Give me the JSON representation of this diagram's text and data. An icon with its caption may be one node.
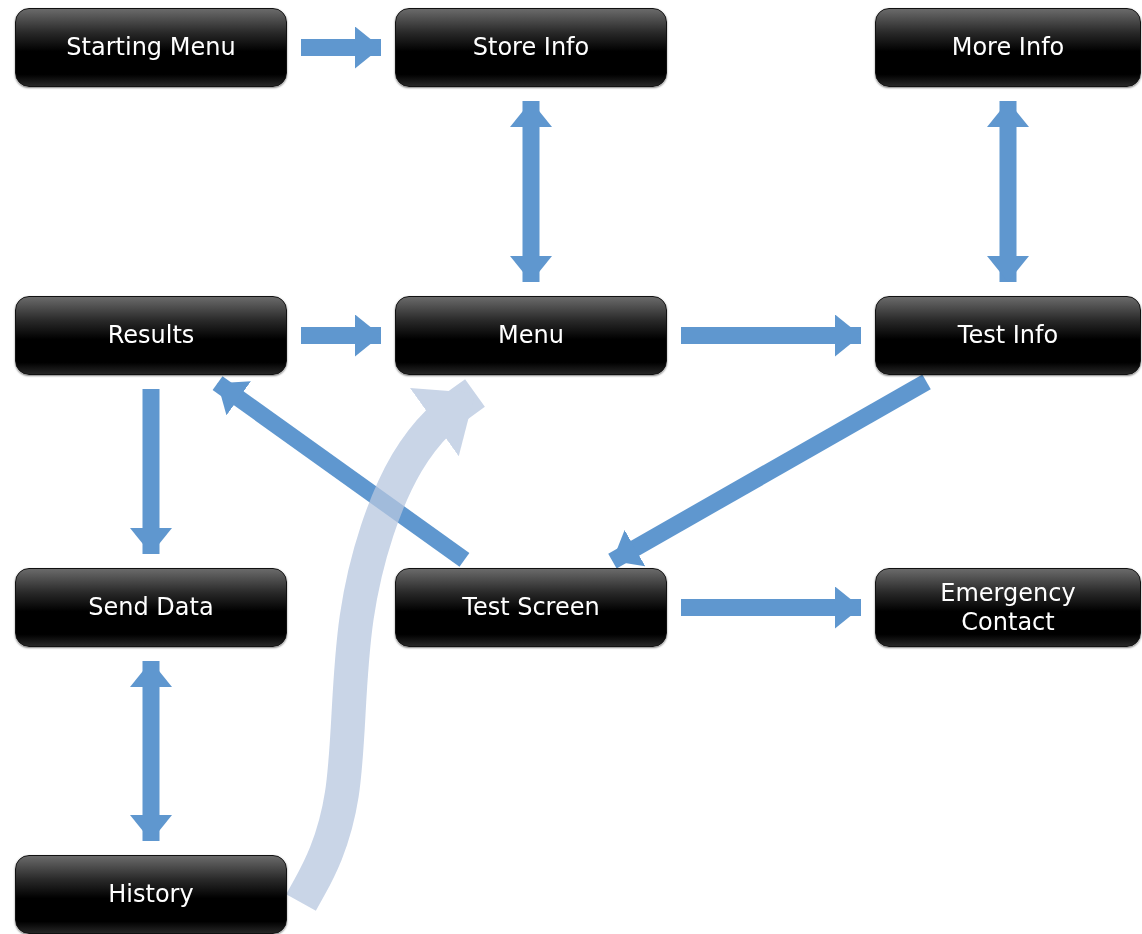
{
  "diagram": {
    "nodes": [
      {
        "text": [
          "Starting Menu"
        ]
      },
      {
        "text": [
          "Store Info"
        ]
      },
      {
        "text": [
          "More Info"
        ]
      },
      {
        "text": [
          "Results"
        ]
      },
      {
        "text": [
          "Menu"
        ]
      },
      {
        "text": [
          "Test Info"
        ]
      },
      {
        "text": [
          "Send Data"
        ]
      },
      {
        "text": [
          "Test Screen"
        ]
      },
      {
        "text": [
          "Emergency Contact"
        ]
      },
      {
        "text": [
          "History"
        ]
      }
    ],
    "edges": [
      {
        "from": 0,
        "to": 1,
        "arrow": "to"
      },
      {
        "from": 1,
        "to": 4,
        "arrow": "both"
      },
      {
        "from": 2,
        "to": 5,
        "arrow": "both"
      },
      {
        "from": 3,
        "to": 4,
        "arrow": "to"
      },
      {
        "from": 4,
        "to": 5,
        "arrow": "to"
      },
      {
        "from": 3,
        "to": 6,
        "arrow": "to"
      },
      {
        "from": 7,
        "to": 3,
        "arrow": "to"
      },
      {
        "from": 5,
        "to": 7,
        "arrow": "to"
      },
      {
        "from": 7,
        "to": 8,
        "arrow": "to"
      },
      {
        "from": 6,
        "to": 9,
        "arrow": "both"
      },
      {
        "from": 9,
        "to": 4,
        "arrow": "to",
        "style": "thick",
        "color": "#b7c7e0"
      }
    ]
  }
}
